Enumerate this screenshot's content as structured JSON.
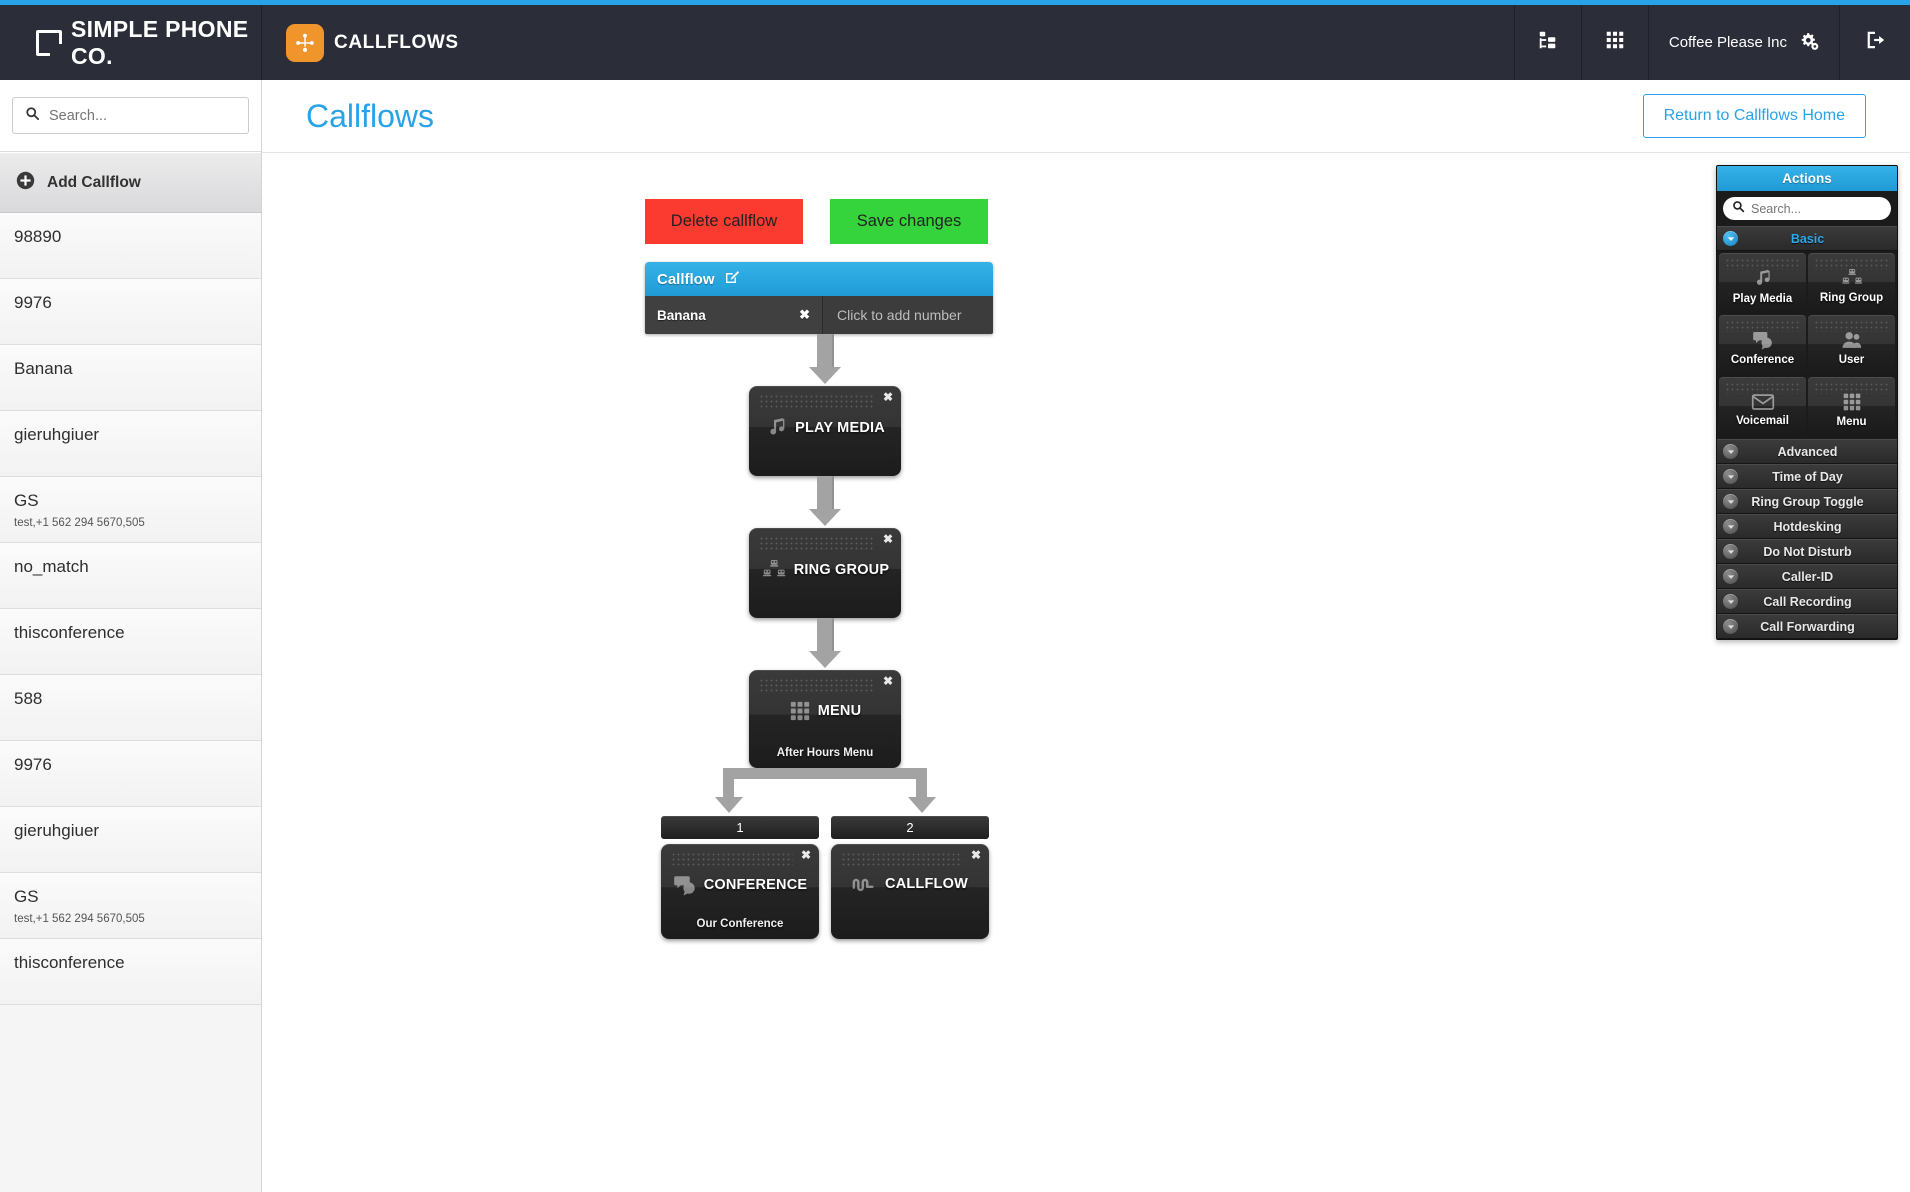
{
  "brand": {
    "name": "SIMPLE PHONE CO.",
    "logo_icon": "square-logo-icon"
  },
  "navbar": {
    "app_title": "CALLFLOWS",
    "app_icon": "callflow-node-icon",
    "org_icon": "org-tree-icon",
    "keypad_icon": "keypad-icon",
    "account_label": "Coffee Please Inc",
    "account_settings_icon": "gears-icon",
    "logout_icon": "logout-icon"
  },
  "sidebar": {
    "search_placeholder": "Search...",
    "search_value": "",
    "search_icon": "search-icon",
    "add_label": "Add Callflow",
    "add_icon": "plus-circle-icon",
    "items": [
      {
        "name": "98890",
        "sub": ""
      },
      {
        "name": "9976",
        "sub": ""
      },
      {
        "name": "Banana",
        "sub": ""
      },
      {
        "name": "gieruhgiuer",
        "sub": ""
      },
      {
        "name": "GS",
        "sub": "test,+1 562 294 5670,505"
      },
      {
        "name": "no_match",
        "sub": ""
      },
      {
        "name": "thisconference",
        "sub": ""
      },
      {
        "name": "588",
        "sub": ""
      },
      {
        "name": "9976",
        "sub": ""
      },
      {
        "name": "gieruhgiuer",
        "sub": ""
      },
      {
        "name": "GS",
        "sub": "test,+1 562 294 5670,505"
      },
      {
        "name": "thisconference",
        "sub": ""
      }
    ]
  },
  "main": {
    "page_title": "Callflows",
    "return_label": "Return to Callflows Home",
    "delete_label": "Delete callflow",
    "save_label": "Save changes"
  },
  "flow": {
    "header_title": "Callflow",
    "edit_icon": "edit-pencil-icon",
    "number_label": "Banana",
    "remove_icon": "close-x-icon",
    "add_number_placeholder": "Click to add number",
    "nodes": [
      {
        "label": "PLAY MEDIA",
        "icon": "music-note-icon",
        "caption": ""
      },
      {
        "label": "RING GROUP",
        "icon": "ring-group-icon",
        "caption": ""
      },
      {
        "label": "MENU",
        "icon": "keypad-icon",
        "caption": "After Hours Menu"
      }
    ],
    "branches": [
      {
        "key": "1",
        "label": "CONFERENCE",
        "icon": "conference-bubbles-icon",
        "caption": "Our Conference"
      },
      {
        "key": "2",
        "label": "CALLFLOW",
        "icon": "callflow-wave-icon",
        "caption": ""
      }
    ]
  },
  "actions": {
    "title": "Actions",
    "search_placeholder": "Search...",
    "search_value": "",
    "search_icon": "search-icon",
    "basic_label": "Basic",
    "tiles": [
      {
        "label": "Play Media",
        "icon": "music-note-icon"
      },
      {
        "label": "Ring Group",
        "icon": "ring-group-icon"
      },
      {
        "label": "Conference",
        "icon": "conference-bubbles-icon"
      },
      {
        "label": "User",
        "icon": "user-icon"
      },
      {
        "label": "Voicemail",
        "icon": "envelope-icon"
      },
      {
        "label": "Menu",
        "icon": "keypad-icon"
      }
    ],
    "categories": [
      {
        "label": "Advanced"
      },
      {
        "label": "Time of Day"
      },
      {
        "label": "Ring Group Toggle"
      },
      {
        "label": "Hotdesking"
      },
      {
        "label": "Do Not Disturb"
      },
      {
        "label": "Caller-ID"
      },
      {
        "label": "Call Recording"
      },
      {
        "label": "Call Forwarding"
      }
    ]
  },
  "colors": {
    "accent": "#29a3e8",
    "navbar": "#2b2e39",
    "brand_orange": "#f0942c",
    "danger": "#fb3b30",
    "success": "#35d43c"
  }
}
